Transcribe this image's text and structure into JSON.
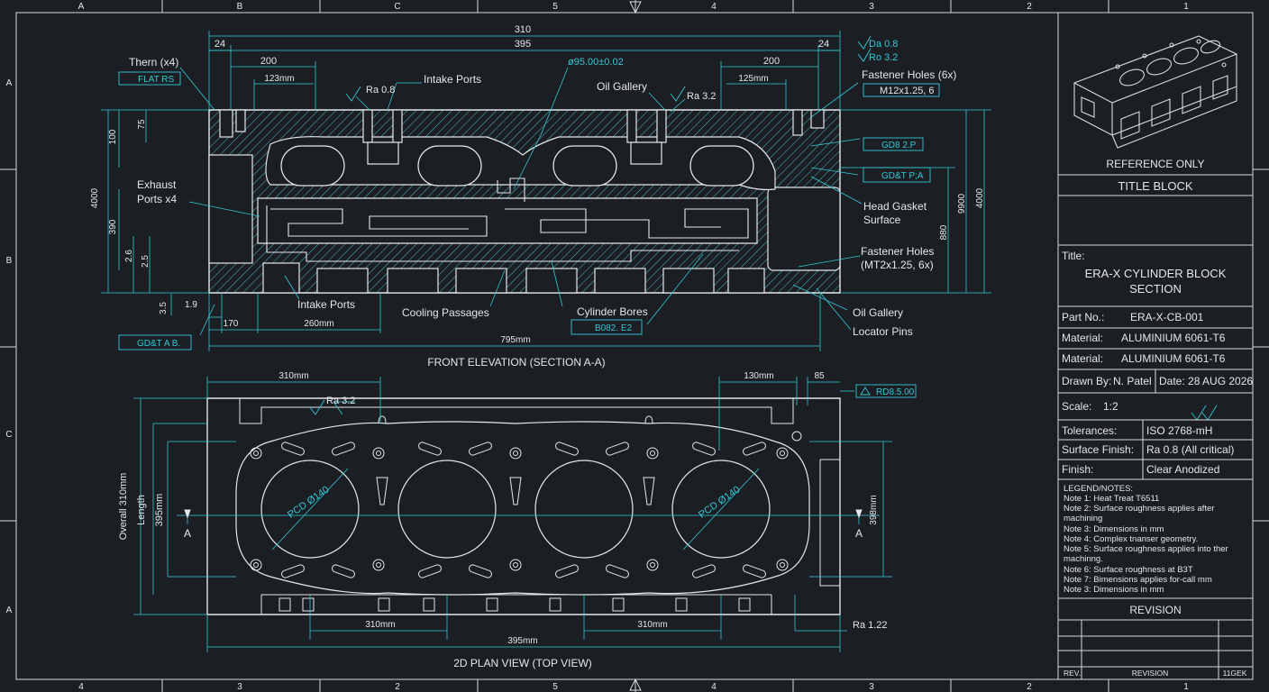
{
  "colors": {
    "background": "#1b1e23",
    "linework": "#e4e7ea",
    "dimension": "#34c9d6",
    "hatch": "#4fb8c4"
  },
  "border": {
    "top_letters": [
      "A",
      "B",
      "C",
      "5",
      "4",
      "3",
      "2",
      "1"
    ],
    "bottom_numbers": [
      "4",
      "3",
      "2",
      "5",
      "4",
      "3",
      "2",
      "1"
    ],
    "left_letters": [
      "A",
      "B",
      "C",
      "A"
    ]
  },
  "front": {
    "title": "FRONT ELEVATION (SECTION A-A)",
    "dims": {
      "overall_top": "310",
      "inner_top": "395",
      "left_24": "24",
      "right_24": "24",
      "left_200": "200",
      "right_200": "200",
      "left_123": "123mm",
      "right_125": "125mm",
      "bottom_1_9": "1.9",
      "bottom_170": "170",
      "bottom_260": "260mm",
      "bottom_795": "795mm",
      "height_4000_left": "4000",
      "height_100": "100",
      "height_75": "75",
      "height_390": "390",
      "height_2_6": "2.6",
      "height_2_5": "2.5",
      "height_3_5": "3.5",
      "height_9900": "9900",
      "height_4000_right": "4000",
      "height_880": "880"
    },
    "labels": {
      "thermo": "Thern (x4)",
      "flat_frame": "FLAT RS",
      "ra_08": "Ra 0.8",
      "intake_top": "Intake Ports",
      "bore_dia": "ø95.00±0.02",
      "oil_gallery_top": "Oil Gallery",
      "ra_32": "Ra 3.2",
      "da_08": "Da 0.8",
      "ro_32": "Ro 3.2",
      "fastener_top": "Fastener Holes (6x)",
      "fastener_frame": "M12x1.25, 6",
      "gd_frame_1": "GD8  2.P",
      "gd_frame_2": "GD&T  P;A",
      "head_gasket_1": "Head Gasket",
      "head_gasket_2": "Surface",
      "fastener_mid_1": "Fastener Holes",
      "fastener_mid_2": "(MT2x1.25, 6x)",
      "exhaust_1": "Exhaust",
      "exhaust_2": "Ports x4",
      "intake_bottom": "Intake Ports",
      "cooling": "Cooling Passages",
      "bores": "Cylinder Bores",
      "bore_frame": "B082. E2",
      "oil_gallery_bottom": "Oil Gallery",
      "locator": "Locator Pins",
      "gdt_bottom": "GD&T A  B."
    }
  },
  "plan": {
    "title": "2D PLAN VIEW (TOP VIEW)",
    "dims": {
      "top_left": "310mm",
      "top_right_130": "130mm",
      "top_85": "85",
      "rd_frame": "RD8.5.00",
      "ra_32": "Ra 3.2",
      "overall": "Overall 310mm",
      "length": "Length",
      "h_395": "395mm",
      "pcd_left": "PCD Ø140",
      "pcd_right": "PCD Ø140",
      "right_398": "398mm",
      "bottom_left": "310mm",
      "bottom_right": "310mm",
      "bottom_overall": "395mm",
      "ra_122": "Ra 1.22",
      "section_mark": "A"
    }
  },
  "title_block": {
    "ref_only": "REFERENCE ONLY",
    "header": "TITLE BLOCK",
    "title_label": "Title:",
    "title_1": "ERA-X CYLINDER BLOCK",
    "title_2": "SECTION",
    "part_no_label": "Part No.:",
    "part_no": "ERA-X-CB-001",
    "material_label": "Material:",
    "material": "ALUMINIUM 6061-T6",
    "material2_label": "Material:",
    "material2": "ALUMINIUM 6061-T6",
    "drawn_label": "Drawn By:",
    "drawn": "N. Patel",
    "date": "Date: 28 AUG 2026",
    "scale_label": "Scale:",
    "scale": "1:2",
    "tolerances_label": "Tolerances:",
    "tolerances": "ISO 2768-mH",
    "surface_label": "Surface Finish:",
    "surface": "Ra 0.8 (All critical)",
    "finish_label": "Finish:",
    "finish": "Clear Anodized",
    "notes": [
      "LEGEND/NOTES:",
      "Note 1: Heat Treat T6511",
      "Note 2: Surface roughness applies after",
      "           machining",
      "Note 3: Dimensions in mm",
      "Note 4: Complex tnanser geometry.",
      "Note 5: Surface roughness applies into ther",
      "           machinng.",
      "Note 6: Surface roughness at B3T",
      "Note 7: Bimensions applies for-call mm",
      "Note 3: Dimensions in mm"
    ],
    "revision_header": "REVISION",
    "rev_col": "REV.",
    "revision_col": "REVISION",
    "date_col": "11GEK"
  }
}
